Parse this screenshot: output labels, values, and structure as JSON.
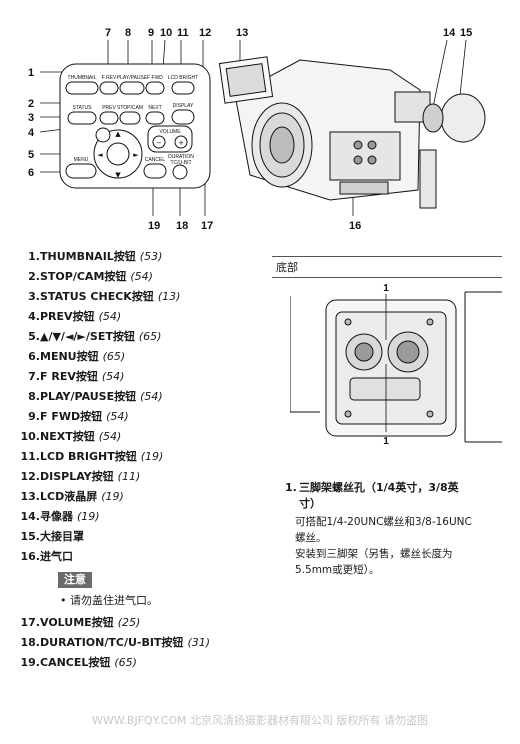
{
  "figure": {
    "callouts": [
      "1",
      "2",
      "3",
      "4",
      "5",
      "6",
      "7",
      "8",
      "9",
      "10",
      "11",
      "12",
      "13",
      "14",
      "15",
      "16",
      "17",
      "18",
      "19"
    ],
    "panel_labels": {
      "thumbnail": "THUMBNAIL",
      "f_rev": "F REV",
      "play_pause": "PLAY/PAUSE",
      "f_fwd": "F FWD",
      "lcd_bright": "LCD BRIGHT",
      "status": "STATUS",
      "prev": "PREV",
      "stop_cam": "STOP/CAM",
      "next": "NEXT",
      "display": "DISPLAY",
      "volume": "VOLUME",
      "menu": "MENU",
      "cancel": "CANCEL",
      "duration": "DURATION",
      "tc_ubit": "TC/U-BIT"
    }
  },
  "list": [
    {
      "num": "1.",
      "label": "THUMBNAIL按钮",
      "ref": "(53)"
    },
    {
      "num": "2.",
      "label": "STOP/CAM按钮",
      "ref": "(54)"
    },
    {
      "num": "3.",
      "label": "STATUS CHECK按钮",
      "ref": "(13)"
    },
    {
      "num": "4.",
      "label": "PREV按钮",
      "ref": "(54)"
    },
    {
      "num": "5.",
      "label": "▲/▼/◄/►/SET按钮",
      "ref": "(65)"
    },
    {
      "num": "6.",
      "label": "MENU按钮",
      "ref": "(65)"
    },
    {
      "num": "7.",
      "label": "F REV按钮",
      "ref": "(54)"
    },
    {
      "num": "8.",
      "label": "PLAY/PAUSE按钮",
      "ref": "(54)"
    },
    {
      "num": "9.",
      "label": "F FWD按钮",
      "ref": "(54)"
    },
    {
      "num": "10.",
      "label": "NEXT按钮",
      "ref": "(54)"
    },
    {
      "num": "11.",
      "label": "LCD BRIGHT按钮",
      "ref": "(19)"
    },
    {
      "num": "12.",
      "label": "DISPLAY按钮",
      "ref": "(11)"
    },
    {
      "num": "13.",
      "label": "LCD液晶屏",
      "ref": "(19)"
    },
    {
      "num": "14.",
      "label": "寻像器",
      "ref": "(19)"
    },
    {
      "num": "15.",
      "label": "大接目罩",
      "ref": ""
    },
    {
      "num": "16.",
      "label": "进气口",
      "ref": ""
    }
  ],
  "note": {
    "heading": "注意",
    "text": "• 请勿盖住进气口。"
  },
  "list2": [
    {
      "num": "17.",
      "label": "VOLUME按钮",
      "ref": "(25)"
    },
    {
      "num": "18.",
      "label": "DURATION/TC/U-BIT按钮",
      "ref": "(31)"
    },
    {
      "num": "19.",
      "label": "CANCEL按钮",
      "ref": "(65)"
    }
  ],
  "bottom": {
    "section_title": "底部",
    "callout_top": "1",
    "callout_bottom": "1",
    "item_num": "1.",
    "item_title_1": "三脚架螺丝孔（1/4英寸，3/8英",
    "item_title_2": "寸）",
    "desc1": "可搭配1/4-20UNC螺丝和3/8-16UNC",
    "desc2": "螺丝。",
    "desc3": "安装到三脚架（另售，螺丝长度为",
    "desc4": "5.5mm或更短）。"
  },
  "watermark": "WWW.BJFQY.COM 北京风清扬摄影器材有限公司 版权所有 请勿盗图"
}
